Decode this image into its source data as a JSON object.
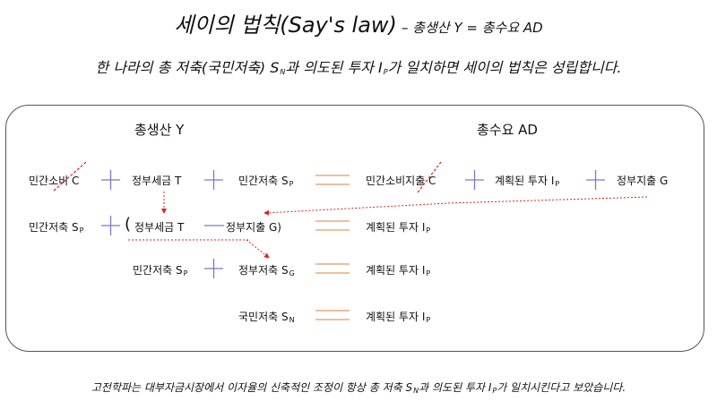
{
  "title": {
    "main": "세이의 법칙(Say's law)",
    "sub": "– 총생산 Y = 총수요 AD"
  },
  "subtitle": {
    "prefix": "한 나라의 총 저축(국민저축) S",
    "sub1": "N",
    "middle": "과 의도된 투자 I",
    "sub2": "P",
    "suffix": "가 일치하면 세이의 법칙은 성립합니다."
  },
  "headers": {
    "left": "총생산 Y",
    "right": "총수요 AD"
  },
  "rows": {
    "r1": {
      "consumption": "민간소비 C",
      "tax": "정부세금 T",
      "saving": "민간저축 S",
      "saving_sub": "P",
      "consumption_ad": "민간소비지출 C",
      "investment": "계획된 투자 I",
      "investment_sub": "P",
      "gov": "정부지출 G"
    },
    "r2": {
      "saving": "민간저축 S",
      "saving_sub": "P",
      "open": "(",
      "tax": "정부세금 T",
      "gov": "정부지출 G)",
      "investment": "계획된 투자 I",
      "investment_sub": "P"
    },
    "r3": {
      "saving": "민간저축 S",
      "saving_sub": "P",
      "gov_saving": "정부저축 S",
      "gov_saving_sub": "G",
      "investment": "계획된 투자 I",
      "investment_sub": "P"
    },
    "r4": {
      "national": "국민저축 S",
      "national_sub": "N",
      "investment": "계획된 투자 I",
      "investment_sub": "P"
    }
  },
  "footer": {
    "prefix": "고전학파는 대부자금시장에서 이자율의 신축적인 조정이 항상 총 저축 S",
    "sub1": "N",
    "middle": "과 의도된 투자 I",
    "sub2": "P",
    "suffix": "가 일치시킨다고 보았습니다."
  },
  "colors": {
    "plus": "#7b79c9",
    "equals": "#e89a5c",
    "annotation": "#e02020"
  }
}
